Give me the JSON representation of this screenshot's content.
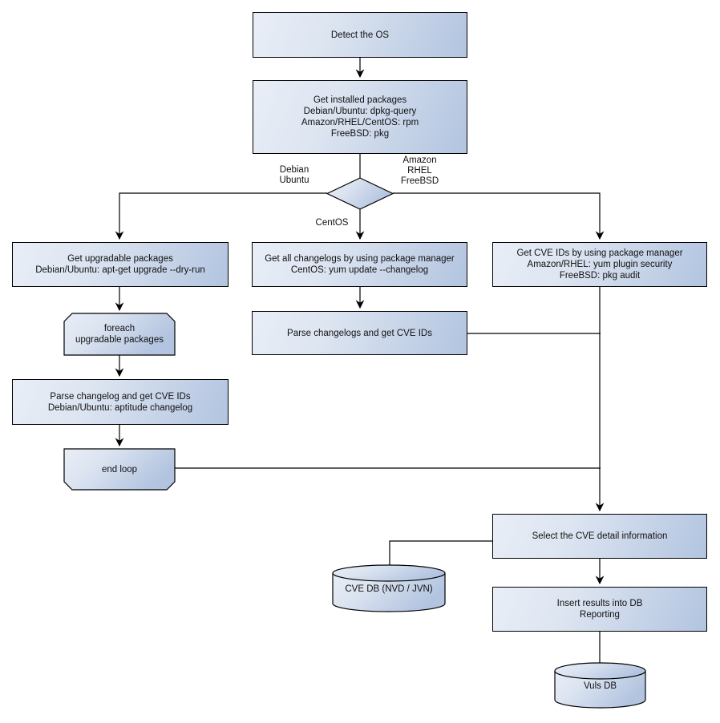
{
  "diagram": {
    "nodes": {
      "detect_os": {
        "label": "Detect the OS"
      },
      "get_installed_packages": {
        "label": "Get installed packages\nDebian/Ubuntu: dpkg-query\nAmazon/RHEL/CentOS: rpm\nFreeBSD: pkg"
      },
      "get_upgradable_packages": {
        "label": "Get upgradable packages\nDebian/Ubuntu: apt-get upgrade --dry-run"
      },
      "foreach_loop": {
        "label": "foreach\nupgradable  packages"
      },
      "parse_changelog": {
        "label": "Parse changelog and get  CVE IDs\nDebian/Ubuntu: aptitude changelog"
      },
      "end_loop": {
        "label": "end loop"
      },
      "get_all_changelogs": {
        "label": "Get all changelogs by using package manager\nCentOS: yum update --changelog"
      },
      "parse_changelogs": {
        "label": "Parse changelogs and get CVE IDs"
      },
      "get_cve_ids": {
        "label": "Get CVE IDs by using package manager\nAmazon/RHEL: yum plugin security\nFreeBSD: pkg audit"
      },
      "select_cve_detail": {
        "label": "Select the CVE detail information"
      },
      "cve_db": {
        "label": "CVE DB (NVD / JVN)"
      },
      "insert_results": {
        "label": "Insert results into DB\nReporting"
      },
      "vuls_db": {
        "label": "Vuls DB"
      }
    },
    "edge_labels": {
      "debian_ubuntu": "Debian\nUbuntu",
      "amazon_rhel_freebsd": "Amazon\nRHEL\nFreeBSD",
      "centos": "CentOS"
    },
    "colors": {
      "node_fill_light": "#e9eef7",
      "node_fill_dark": "#b2c4e0",
      "node_border": "#000000",
      "connector": "#000000",
      "text": "#111111",
      "background": "#ffffff"
    }
  }
}
